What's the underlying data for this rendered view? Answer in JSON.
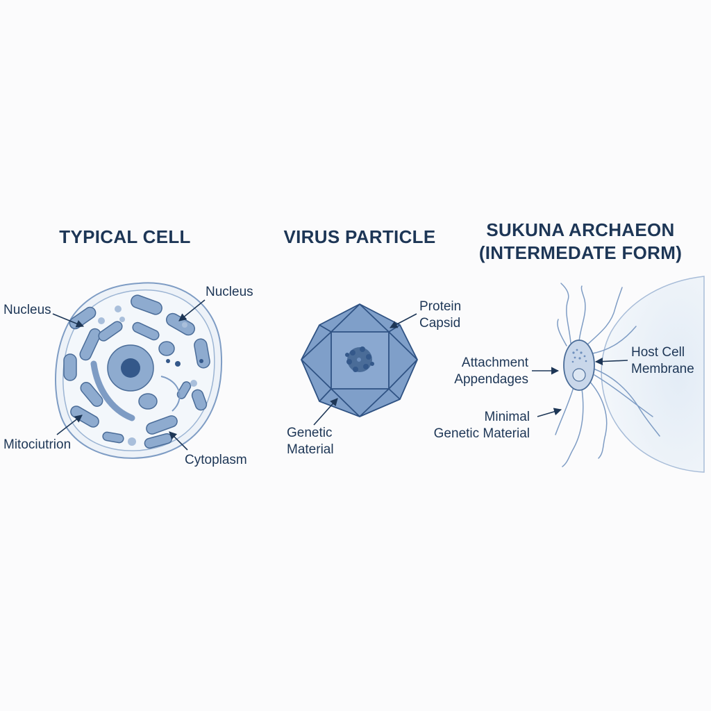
{
  "panels": {
    "cell": {
      "title": "TYPICAL CELL",
      "labels": {
        "nucleus_left": "Nucleus",
        "nucleus_right": "Nucleus",
        "mitochondrion": "Mitociutrion",
        "cytoplasm": "Cytoplasm"
      }
    },
    "virus": {
      "title": "VIRUS PARTICLE",
      "labels": {
        "capsid_line1": "Protein",
        "capsid_line2": "Capsid",
        "genetic_line1": "Genetic",
        "genetic_line2": "Material"
      }
    },
    "archaeon": {
      "title_line1": "SUKUNA ARCHAEON",
      "title_line2": "(INTERMEDATE FORM)",
      "labels": {
        "attachment_line1": "Attachment",
        "attachment_line2": "Appendages",
        "host_line1": "Host Cell",
        "host_line2": "Membrane",
        "minimal_line1": "Minimal",
        "minimal_line2": "Genetic Material"
      }
    }
  },
  "colors": {
    "ink": "#1d3656",
    "membrane_fill": "#e9f0f7",
    "organelle_fill": "#8eabcf",
    "organelle_stroke": "#4a6c98",
    "nucleus_fill": "#34588a",
    "capsid_fill": "#7f9fc9",
    "host_fill": "#e8eff7"
  }
}
